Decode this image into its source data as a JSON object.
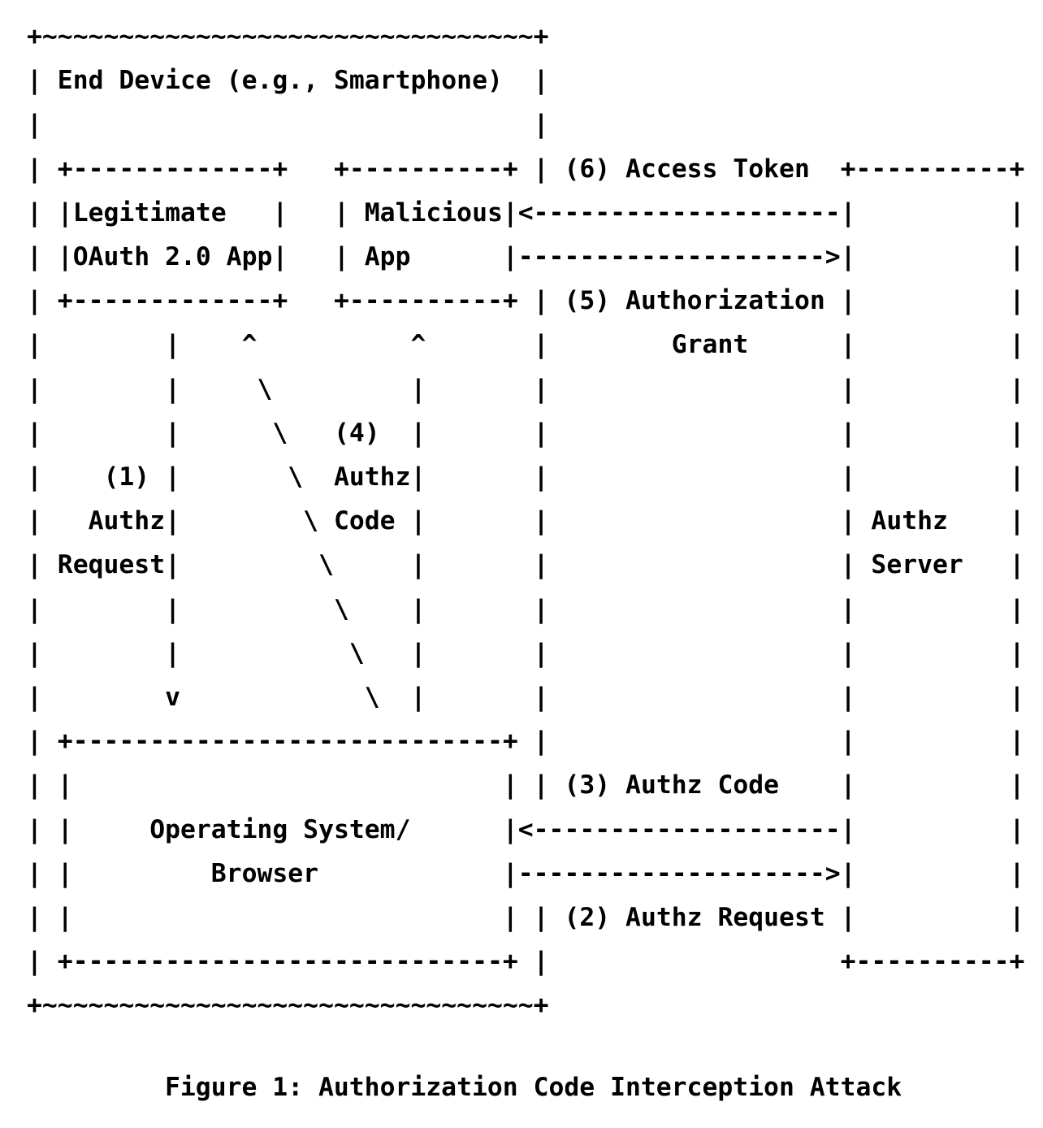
{
  "page": {
    "background": "#ffffff",
    "text_color": "#000000"
  },
  "figure": {
    "ascii_lines": [
      "+~~~~~~~~~~~~~~~~~~~~~~~~~~~~~~~~+",
      "| End Device (e.g., Smartphone)  |",
      "|                                |",
      "| +-------------+   +----------+ | (6) Access Token  +----------+",
      "| |Legitimate   |   | Malicious|<--------------------|          |",
      "| |OAuth 2.0 App|   | App      |-------------------->|          |",
      "| +-------------+   +----------+ | (5) Authorization |          |",
      "|        |    ^          ^       |        Grant      |          |",
      "|        |     \\         |       |                   |          |",
      "|        |      \\   (4)  |       |                   |          |",
      "|    (1) |       \\  Authz|       |                   |          |",
      "|   Authz|        \\ Code |       |                   | Authz    |",
      "| Request|         \\     |       |                   | Server   |",
      "|        |          \\    |       |                   |          |",
      "|        |           \\   |       |                   |          |",
      "|        v            \\  |       |                   |          |",
      "| +----------------------------+ |                   |          |",
      "| |                            | | (3) Authz Code    |          |",
      "| |     Operating System/      |<--------------------|          |",
      "| |         Browser            |-------------------->|          |",
      "| |                            | | (2) Authz Request |          |",
      "| +----------------------------+ |                   +----------+",
      "+~~~~~~~~~~~~~~~~~~~~~~~~~~~~~~~~+"
    ],
    "caption": "Figure 1: Authorization Code Interception Attack",
    "semantics": {
      "nodes": [
        "End Device (e.g., Smartphone)",
        "Legitimate OAuth 2.0 App",
        "Malicious App",
        "Operating System/ Browser",
        "Authz Server"
      ],
      "flows": [
        "(1) Authz Request",
        "(2) Authz Request",
        "(3) Authz Code",
        "(4) Authz Code",
        "(5) Authorization Grant",
        "(6) Access Token"
      ]
    }
  }
}
